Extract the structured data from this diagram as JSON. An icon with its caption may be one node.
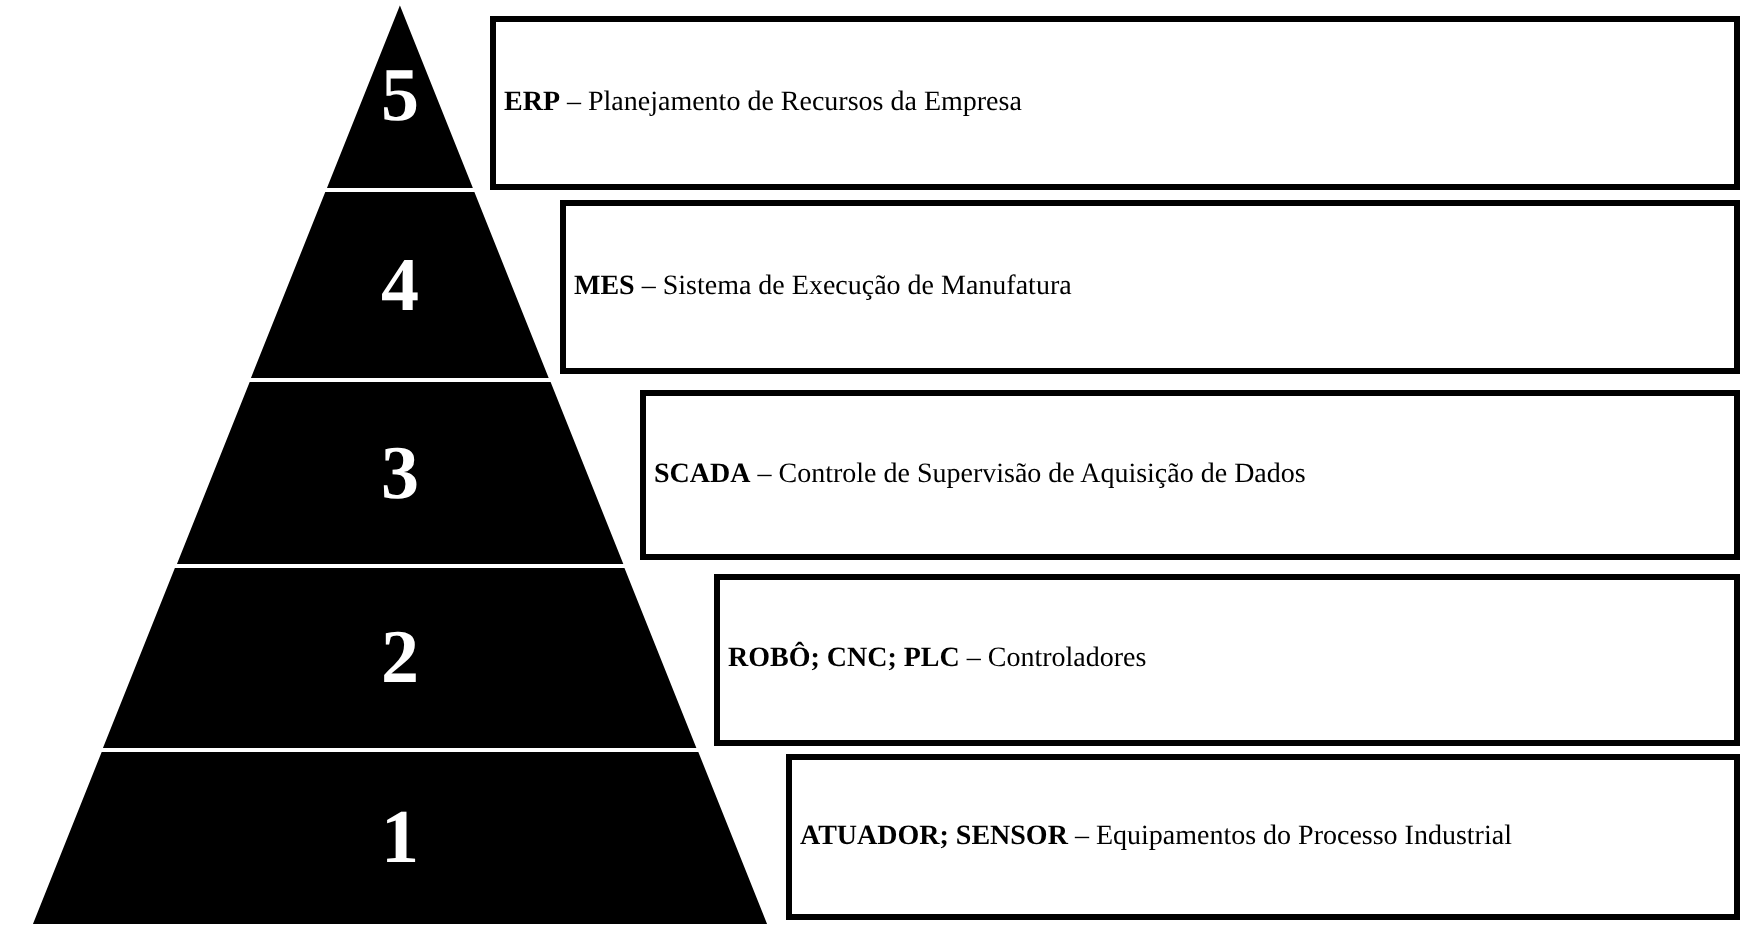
{
  "diagram": {
    "nodes": [
      {
        "text": [
          "5"
        ]
      },
      {
        "text": [
          "**ERP** – Planejamento de Recursos da Empresa"
        ]
      },
      {
        "text": [
          "4"
        ]
      },
      {
        "text": [
          "**MES** – Sistema de Execução de Manufatura"
        ]
      },
      {
        "text": [
          "3"
        ]
      },
      {
        "text": [
          "**SCADA** – Controle de Supervisão de Aquisição de Dados"
        ]
      },
      {
        "text": [
          "2"
        ]
      },
      {
        "text": [
          "**ROBÔ; CNC; PLC** – Controladores"
        ]
      },
      {
        "text": [
          "1"
        ]
      },
      {
        "text": [
          "**ATUADOR; SENSOR** – Equipamentos do Processo Industrial"
        ]
      }
    ]
  }
}
